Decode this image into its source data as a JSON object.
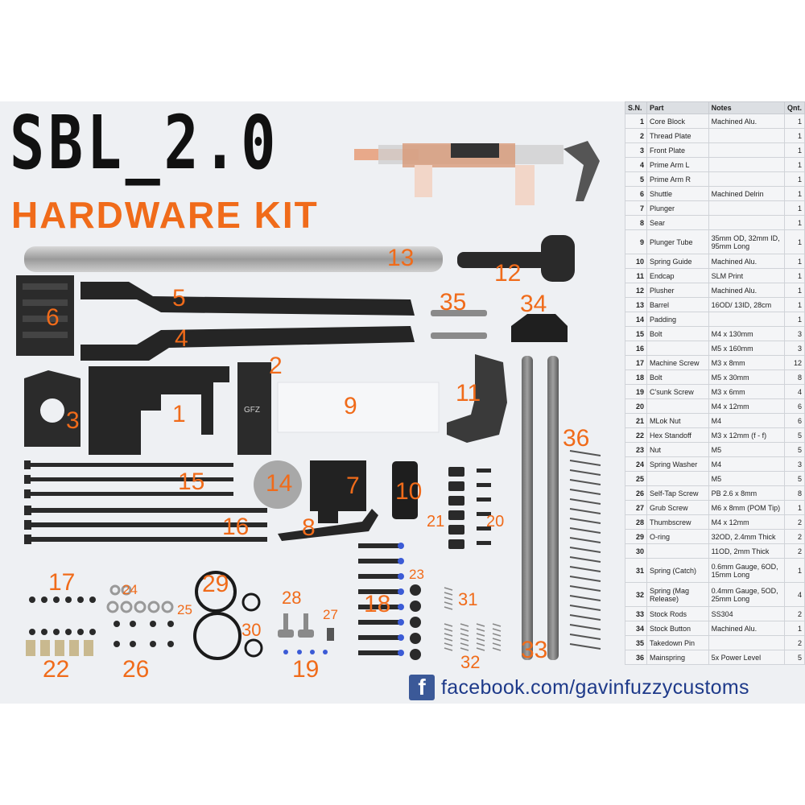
{
  "title": {
    "main": "SBL_2.0",
    "sub": "HARDWARE KIT"
  },
  "callouts": [
    {
      "n": "13"
    },
    {
      "n": "12"
    },
    {
      "n": "6"
    },
    {
      "n": "5"
    },
    {
      "n": "4"
    },
    {
      "n": "35"
    },
    {
      "n": "34"
    },
    {
      "n": "2"
    },
    {
      "n": "1"
    },
    {
      "n": "3"
    },
    {
      "n": "9"
    },
    {
      "n": "11"
    },
    {
      "n": "36"
    },
    {
      "n": "15"
    },
    {
      "n": "14"
    },
    {
      "n": "7"
    },
    {
      "n": "10"
    },
    {
      "n": "16"
    },
    {
      "n": "8"
    },
    {
      "n": "21"
    },
    {
      "n": "20"
    },
    {
      "n": "17"
    },
    {
      "n": "24"
    },
    {
      "n": "25"
    },
    {
      "n": "29"
    },
    {
      "n": "28"
    },
    {
      "n": "27"
    },
    {
      "n": "23"
    },
    {
      "n": "18"
    },
    {
      "n": "31"
    },
    {
      "n": "30"
    },
    {
      "n": "22"
    },
    {
      "n": "26"
    },
    {
      "n": "19"
    },
    {
      "n": "32"
    },
    {
      "n": "33"
    }
  ],
  "brand_mark": "GFZ",
  "table": {
    "headers": [
      "S.N.",
      "Part",
      "Notes",
      "Qnt."
    ],
    "rows": [
      {
        "sn": "1",
        "part": "Core Block",
        "notes": "Machined Alu.",
        "qty": "1"
      },
      {
        "sn": "2",
        "part": "Thread Plate",
        "notes": "",
        "qty": "1"
      },
      {
        "sn": "3",
        "part": "Front Plate",
        "notes": "",
        "qty": "1"
      },
      {
        "sn": "4",
        "part": "Prime Arm L",
        "notes": "",
        "qty": "1"
      },
      {
        "sn": "5",
        "part": "Prime Arm R",
        "notes": "",
        "qty": "1"
      },
      {
        "sn": "6",
        "part": "Shuttle",
        "notes": "Machined Delrin",
        "qty": "1"
      },
      {
        "sn": "7",
        "part": "Plunger",
        "notes": "",
        "qty": "1"
      },
      {
        "sn": "8",
        "part": "Sear",
        "notes": "",
        "qty": "1"
      },
      {
        "sn": "9",
        "part": "Plunger Tube",
        "notes": "35mm OD, 32mm ID, 95mm Long",
        "qty": "1"
      },
      {
        "sn": "10",
        "part": "Spring Guide",
        "notes": "Machined Alu.",
        "qty": "1"
      },
      {
        "sn": "11",
        "part": "Endcap",
        "notes": "SLM Print",
        "qty": "1"
      },
      {
        "sn": "12",
        "part": "Plusher",
        "notes": "Machined Alu.",
        "qty": "1"
      },
      {
        "sn": "13",
        "part": "Barrel",
        "notes": "16OD/ 13ID, 28cm",
        "qty": "1"
      },
      {
        "sn": "14",
        "part": "Padding",
        "notes": "",
        "qty": "1"
      },
      {
        "sn": "15",
        "part": "Bolt",
        "notes": "M4 x 130mm",
        "qty": "3"
      },
      {
        "sn": "16",
        "part": "",
        "notes": "M5 x 160mm",
        "qty": "3"
      },
      {
        "sn": "17",
        "part": "Machine Screw",
        "notes": "M3 x 8mm",
        "qty": "12"
      },
      {
        "sn": "18",
        "part": "Bolt",
        "notes": "M5 x 30mm",
        "qty": "8"
      },
      {
        "sn": "19",
        "part": "C'sunk Screw",
        "notes": "M3 x 6mm",
        "qty": "4"
      },
      {
        "sn": "20",
        "part": "",
        "notes": "M4 x 12mm",
        "qty": "6"
      },
      {
        "sn": "21",
        "part": "MLok Nut",
        "notes": "M4",
        "qty": "6"
      },
      {
        "sn": "22",
        "part": "Hex Standoff",
        "notes": "M3 x 12mm (f - f)",
        "qty": "5"
      },
      {
        "sn": "23",
        "part": "Nut",
        "notes": "M5",
        "qty": "5"
      },
      {
        "sn": "24",
        "part": "Spring Washer",
        "notes": "M4",
        "qty": "3"
      },
      {
        "sn": "25",
        "part": "",
        "notes": "M5",
        "qty": "5"
      },
      {
        "sn": "26",
        "part": "Self-Tap Screw",
        "notes": "PB 2.6 x 8mm",
        "qty": "8"
      },
      {
        "sn": "27",
        "part": "Grub Screw",
        "notes": "M6 x 8mm (POM Tip)",
        "qty": "1"
      },
      {
        "sn": "28",
        "part": "Thumbscrew",
        "notes": "M4 x 12mm",
        "qty": "2"
      },
      {
        "sn": "29",
        "part": "O-ring",
        "notes": "32OD, 2.4mm Thick",
        "qty": "2"
      },
      {
        "sn": "30",
        "part": "",
        "notes": "11OD, 2mm Thick",
        "qty": "2"
      },
      {
        "sn": "31",
        "part": "Spring (Catch)",
        "notes": "0.6mm Gauge, 6OD, 15mm Long",
        "qty": "1"
      },
      {
        "sn": "32",
        "part": "Spring (Mag Release)",
        "notes": "0.4mm Gauge, 5OD, 25mm Long",
        "qty": "4"
      },
      {
        "sn": "33",
        "part": "Stock Rods",
        "notes": "SS304",
        "qty": "2"
      },
      {
        "sn": "34",
        "part": "Stock Button",
        "notes": "Machined Alu.",
        "qty": "1"
      },
      {
        "sn": "35",
        "part": "Takedown Pin",
        "notes": "",
        "qty": "2"
      },
      {
        "sn": "36",
        "part": "Mainspring",
        "notes": "5x Power Level",
        "qty": "5"
      }
    ]
  },
  "social": {
    "icon": "facebook-icon",
    "url": "facebook.com/gavinfuzzycustoms"
  },
  "colors": {
    "accent": "#f06b1a",
    "facebook": "#3b5998"
  }
}
